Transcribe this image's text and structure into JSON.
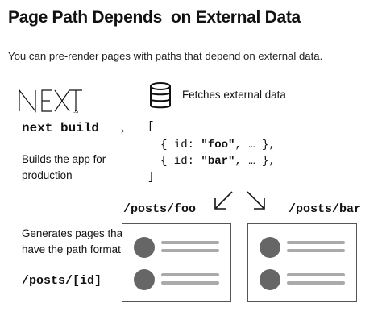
{
  "title": "Page Path Depends  on External Data",
  "subtitle": "You can pre-render pages with paths that depend on external data.",
  "logo": {
    "text": "NEXT.JS",
    "icon": "nextjs-logo"
  },
  "build": {
    "command": "next build",
    "description": "Builds the app for production",
    "arrow_icon": "arrow-right-icon"
  },
  "fetch": {
    "label": "Fetches external data",
    "icon": "database-icon"
  },
  "code": {
    "open": "[",
    "line1_pre": "{ id: ",
    "line1_val": "\"foo\"",
    "line1_post": ", … },",
    "line2_pre": "{ id: ",
    "line2_val": "\"bar\"",
    "line2_post": ", … },",
    "close": "]"
  },
  "pages": [
    {
      "path": "/posts/foo"
    },
    {
      "path": "/posts/bar"
    }
  ],
  "generates": {
    "description": "Generates pages that have the path format:",
    "format": "/posts/[id]"
  },
  "colors": {
    "avatar": "#666666",
    "line": "#aaaaaa",
    "border": "#555555"
  }
}
